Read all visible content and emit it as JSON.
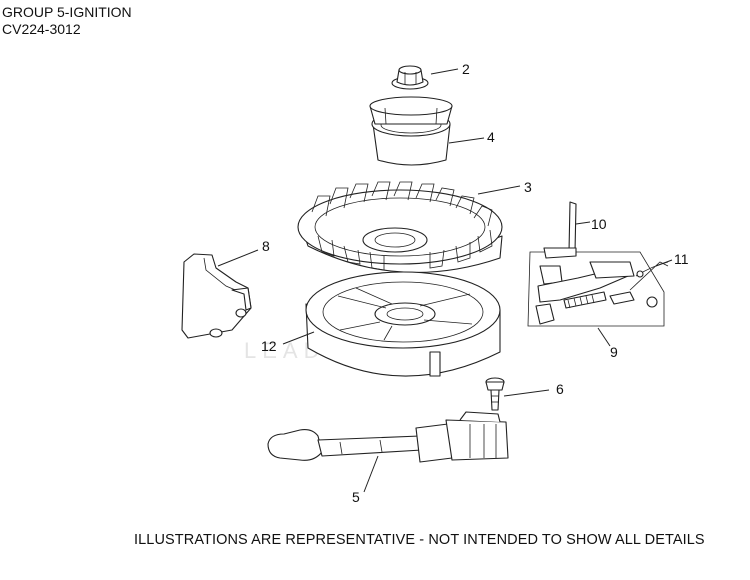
{
  "header": {
    "title": "GROUP 5-IGNITION",
    "model": "CV224-3012"
  },
  "watermark": "LEADVENTURE",
  "footer": {
    "disclaimer": "ILLUSTRATIONS ARE REPRESENTATIVE - NOT INTENDED TO SHOW ALL DETAILS"
  },
  "callouts": {
    "c2": "2",
    "c3": "3",
    "c4": "4",
    "c5": "5",
    "c6": "6",
    "c8": "8",
    "c9": "9",
    "c10": "10",
    "c11": "11",
    "c12": "12"
  }
}
